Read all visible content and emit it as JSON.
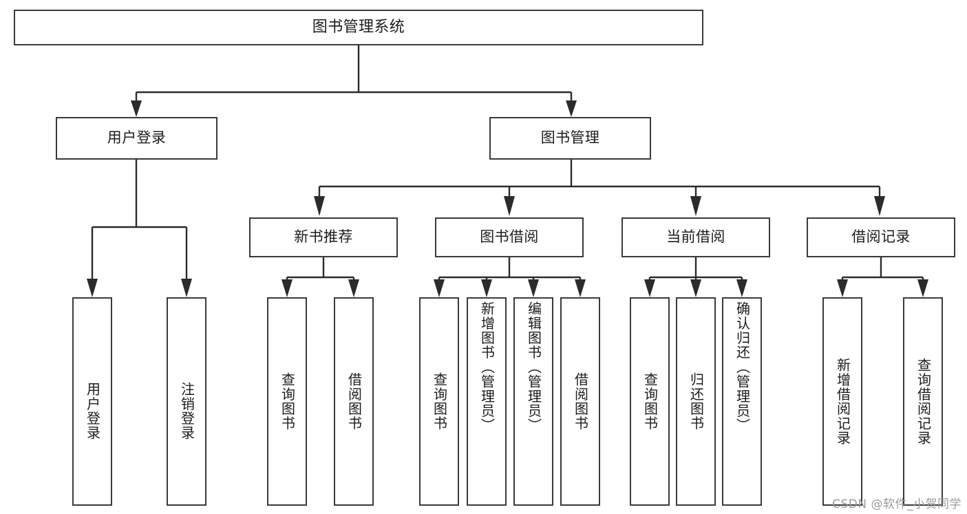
{
  "diagram": {
    "title": "图书管理系统",
    "type": "tree-hierarchy-chart",
    "colors": {
      "box_border": "#3a3a3a",
      "connector": "#2b2b2b",
      "background": "#ffffff",
      "text": "#1c1c1c",
      "watermark": "#9a9a9a"
    },
    "root": {
      "label": "图书管理系统"
    },
    "level2": [
      {
        "label": "用户登录"
      },
      {
        "label": "图书管理"
      }
    ],
    "level3": [
      {
        "label": "新书推荐"
      },
      {
        "label": "图书借阅"
      },
      {
        "label": "当前借阅"
      },
      {
        "label": "借阅记录"
      }
    ],
    "leaves": {
      "user_login": [
        {
          "label": "用户登录"
        },
        {
          "label": "注销登录"
        }
      ],
      "new_book_recommend": [
        {
          "label": "查询图书"
        },
        {
          "label": "借阅图书"
        }
      ],
      "book_borrow": [
        {
          "label": "查询图书"
        },
        {
          "label": "新增图书（管理员）"
        },
        {
          "label": "编辑图书（管理员）"
        },
        {
          "label": "借阅图书"
        }
      ],
      "current_borrow": [
        {
          "label": "查询图书"
        },
        {
          "label": "归还图书"
        },
        {
          "label": "确认归还（管理员）"
        }
      ],
      "borrow_record": [
        {
          "label": "新增借阅记录"
        },
        {
          "label": "查询借阅记录"
        }
      ]
    }
  },
  "watermark": {
    "text": "CSDN @软件_小贺同学"
  }
}
